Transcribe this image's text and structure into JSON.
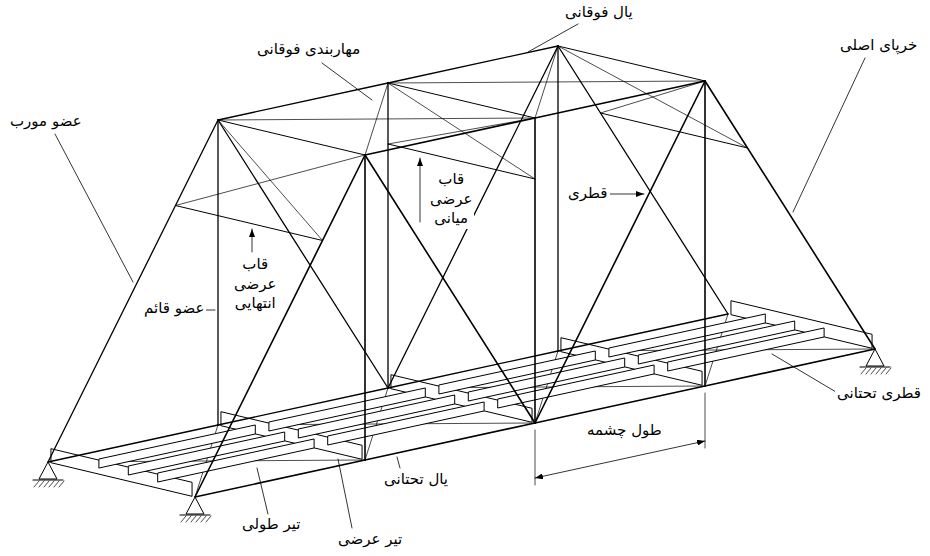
{
  "diagram": {
    "labels": [
      "یال فوقانی",
      "مهاربندی فوقانی",
      "خرپای اصلی",
      "عضو مورب",
      "قاب عرضی میانی",
      "قطری",
      "قاب عرضی انتهایی",
      "عضو قائم",
      "قطری تحتانی",
      "طول چشمه",
      "یال تحتانی",
      "تیر طولی",
      "تیر عرضی"
    ]
  }
}
